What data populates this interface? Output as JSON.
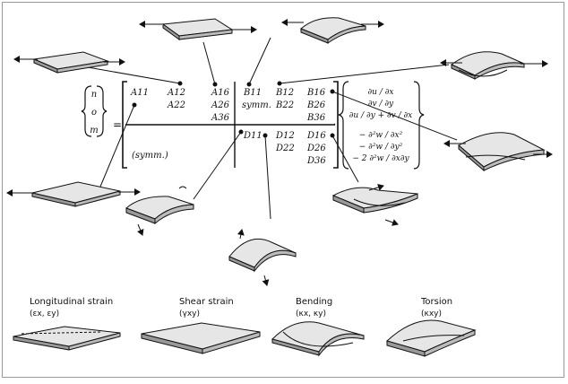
{
  "lhs": {
    "top": "n",
    "mid": "o",
    "bot": "m",
    "equals": "="
  },
  "matrix": {
    "row1": [
      "A11",
      "A12",
      "A16",
      "B11",
      "B12",
      "B16"
    ],
    "row2": [
      "A22",
      "A26",
      "symm.",
      "B22",
      "B26"
    ],
    "row3": [
      "A36",
      "B36"
    ],
    "row4": [
      "D11",
      "D12",
      "D16"
    ],
    "row5": [
      "(symm.)",
      "D22",
      "D26"
    ],
    "row6": [
      "D36"
    ]
  },
  "vector": {
    "strains": [
      "∂u / ∂x",
      "∂v / ∂y",
      "∂u / ∂y + ∂v / ∂x"
    ],
    "curvatures": [
      "− ∂²w / ∂x²",
      "− ∂²w / ∂y²",
      "− 2 ∂²w / ∂x∂y"
    ]
  },
  "legend": [
    {
      "title": "Longitudinal strain",
      "symbol": "(εx, εy)"
    },
    {
      "title": "Shear strain",
      "symbol": "(γxy)"
    },
    {
      "title": "Bending",
      "symbol": "(κx, κy)"
    },
    {
      "title": "Torsion",
      "symbol": "(κxy)"
    }
  ]
}
